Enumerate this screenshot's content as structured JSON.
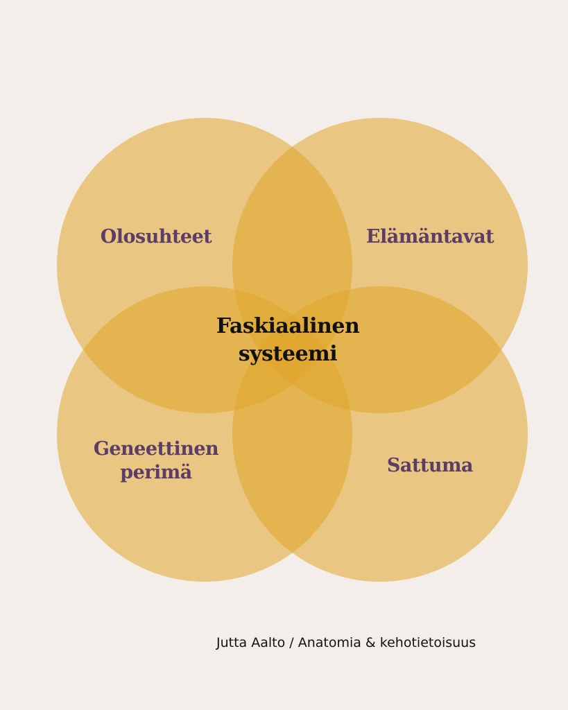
{
  "colors": {
    "background": "#f4eeea",
    "circle": "#e0a52a",
    "label": "#5b3d66",
    "center_label": "#111111"
  },
  "circles": [
    {
      "label": "Olosuhteet"
    },
    {
      "label": "Elämäntavat"
    },
    {
      "label_lines": [
        "Geneettinen",
        "perimä"
      ]
    },
    {
      "label": "Sattuma"
    }
  ],
  "center": {
    "lines": [
      "Faskiaalinen",
      "systeemi"
    ]
  },
  "credit": "Jutta Aalto / Anatomia & kehotietoisuus"
}
